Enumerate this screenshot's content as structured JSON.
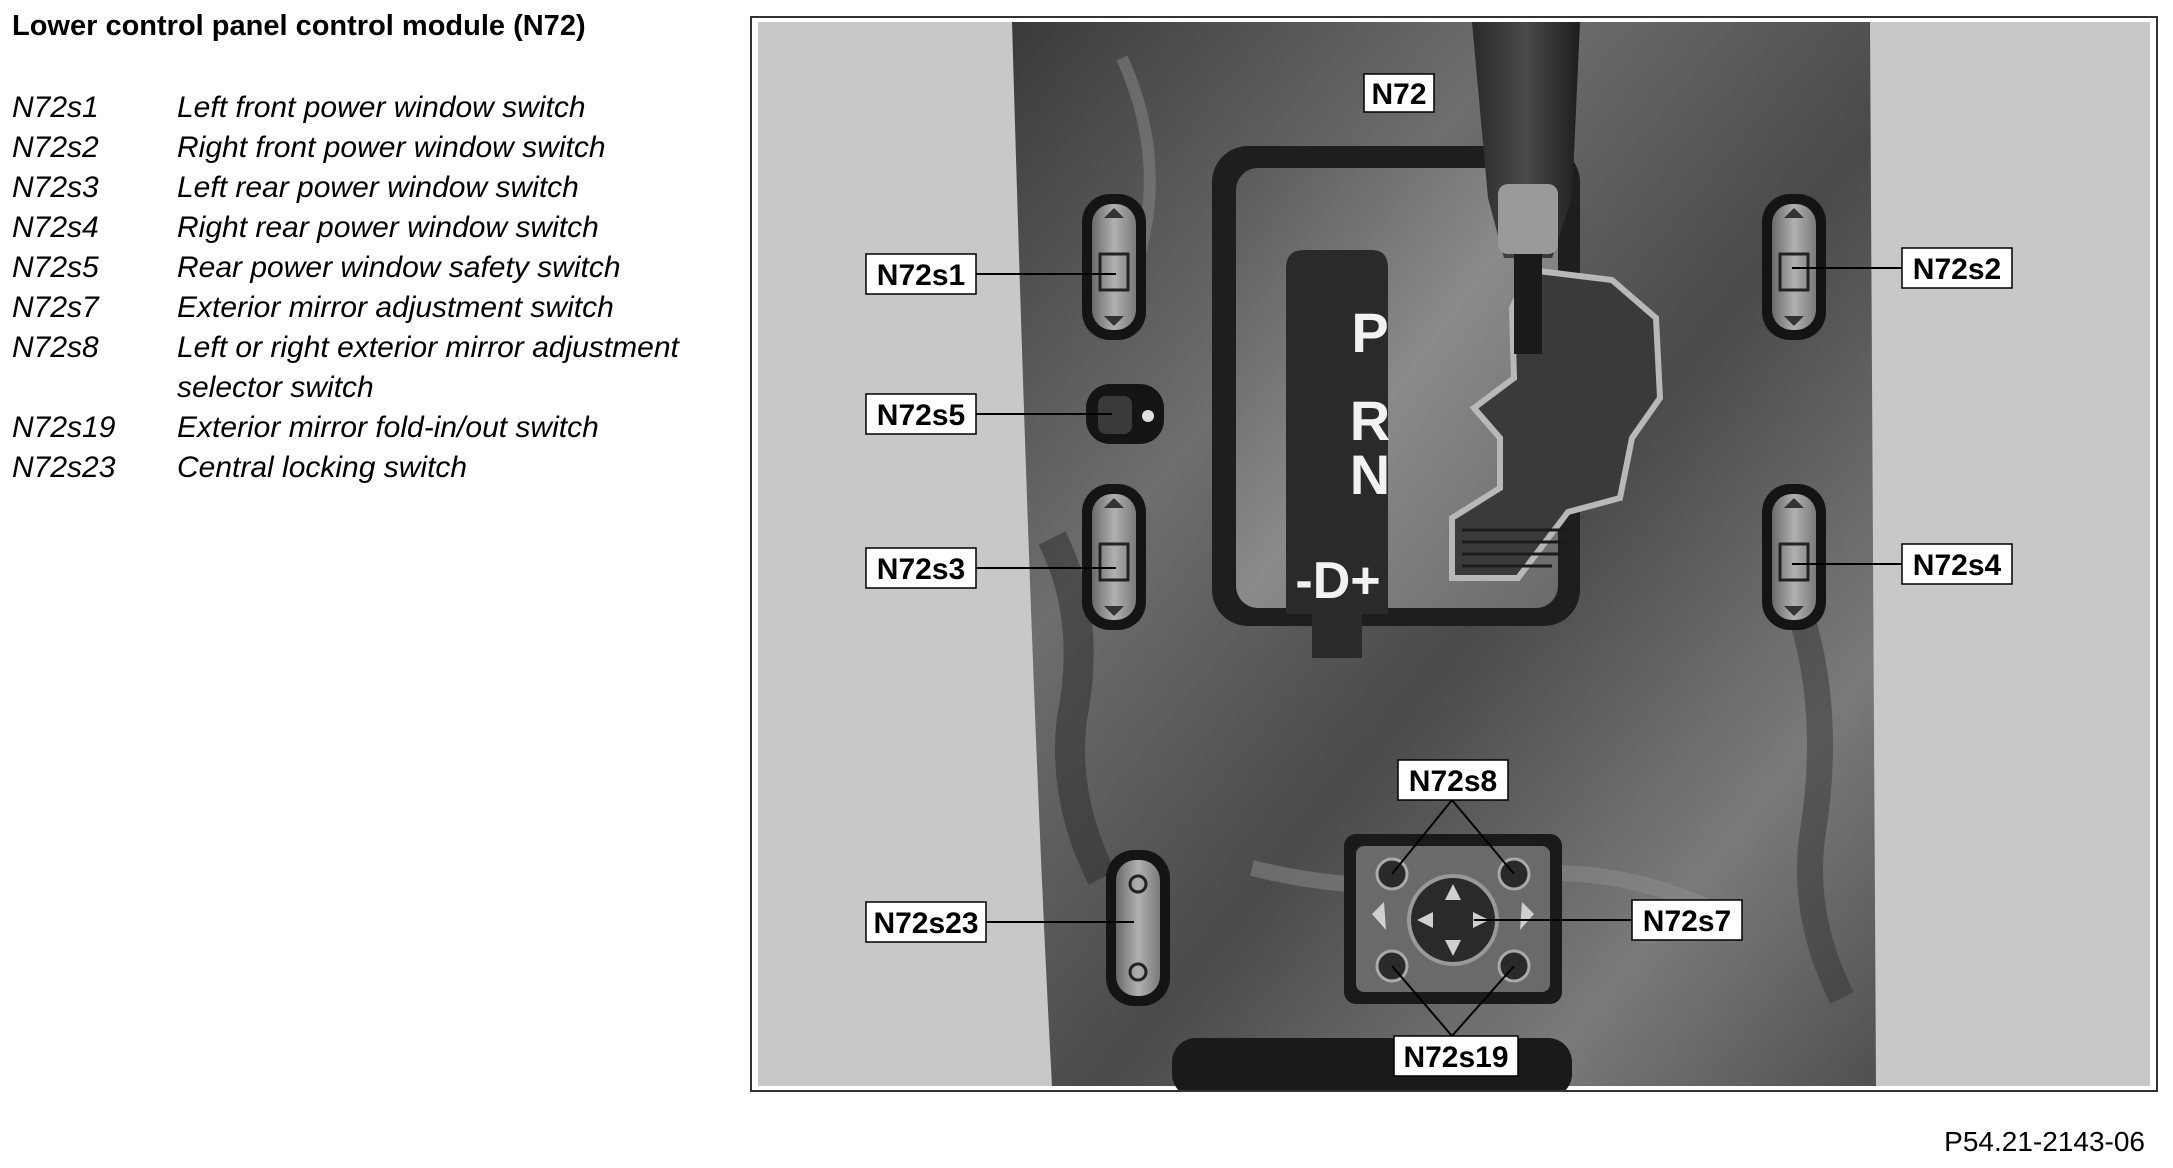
{
  "title": "Lower control panel control module (N72)",
  "legend": [
    {
      "code": "N72s1",
      "desc": "Left front power window switch"
    },
    {
      "code": "N72s2",
      "desc": "Right front power window switch"
    },
    {
      "code": "N72s3",
      "desc": "Left rear power window switch"
    },
    {
      "code": "N72s4",
      "desc": "Right rear power window switch"
    },
    {
      "code": "N72s5",
      "desc": "Rear power window safety switch"
    },
    {
      "code": "N72s7",
      "desc": "Exterior mirror adjustment switch"
    },
    {
      "code": "N72s8",
      "desc": "Left or right exterior mirror adjustment selector switch"
    },
    {
      "code": "N72s19",
      "desc": "Exterior mirror fold-in/out switch"
    },
    {
      "code": "N72s23",
      "desc": "Central locking switch"
    }
  ],
  "diagram": {
    "labels": {
      "n72": "N72",
      "s1": "N72s1",
      "s2": "N72s2",
      "s3": "N72s3",
      "s4": "N72s4",
      "s5": "N72s5",
      "s7": "N72s7",
      "s8": "N72s8",
      "s19": "N72s19",
      "s23": "N72s23"
    },
    "selector": {
      "p": "P",
      "r": "R",
      "n": "N",
      "d": "-D+"
    }
  },
  "reference_code": "P54.21-2143-06"
}
